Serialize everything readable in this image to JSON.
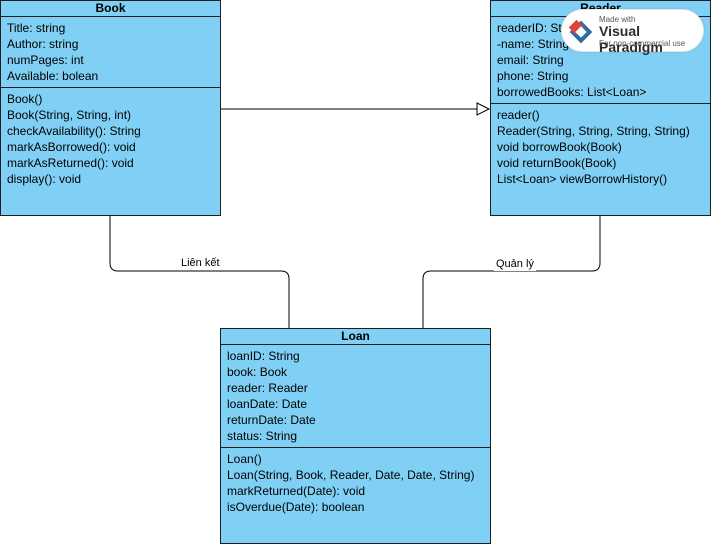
{
  "classes": {
    "book": {
      "name": "Book",
      "attributes": [
        "Title: string",
        "Author: string",
        "numPages: int",
        "Available: bolean"
      ],
      "methods": [
        "Book()",
        "Book(String, String, int)",
        "checkAvailability(): String",
        "markAsBorrowed(): void",
        "markAsReturned(): void",
        "display(): void"
      ]
    },
    "reader": {
      "name": "Reader",
      "attributes": [
        "readerID: String",
        "-name: String",
        "email: String",
        "phone: String",
        "borrowedBooks: List<Loan>"
      ],
      "methods": [
        "reader()",
        "Reader(String, String, String, String)",
        "void borrowBook(Book)",
        "void returnBook(Book)",
        "List<Loan> viewBorrowHistory()"
      ]
    },
    "loan": {
      "name": "Loan",
      "attributes": [
        "loanID: String",
        "book: Book",
        "reader: Reader",
        "loanDate: Date",
        "returnDate: Date",
        "status: String"
      ],
      "methods": [
        "Loan()",
        "Loan(String, Book, Reader, Date, Date, String)",
        "markReturned(Date): void",
        "isOverdue(Date): boolean"
      ]
    }
  },
  "relations": {
    "book_loan_label": "Liên kết",
    "reader_loan_label": "Quản lý"
  },
  "watermark": {
    "made_with": "Made with",
    "brand": "Visual Paradigm",
    "note": "For non-commercial use",
    "colors": {
      "red": "#e0433a",
      "blue": "#2e6da4"
    }
  },
  "colors": {
    "class_fill": "#7fd0f4",
    "border": "#1f1f1f"
  }
}
